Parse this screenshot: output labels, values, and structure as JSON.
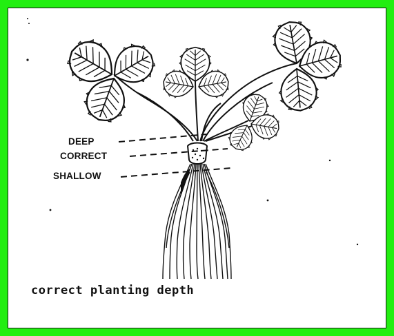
{
  "diagram": {
    "labels": {
      "deep": "DEEP",
      "correct": "CORRECT",
      "shallow": "SHALLOW"
    },
    "caption": "correct planting depth"
  },
  "colors": {
    "frame_border": "#22ee11",
    "ink": "#111111",
    "background": "#ffffff"
  }
}
